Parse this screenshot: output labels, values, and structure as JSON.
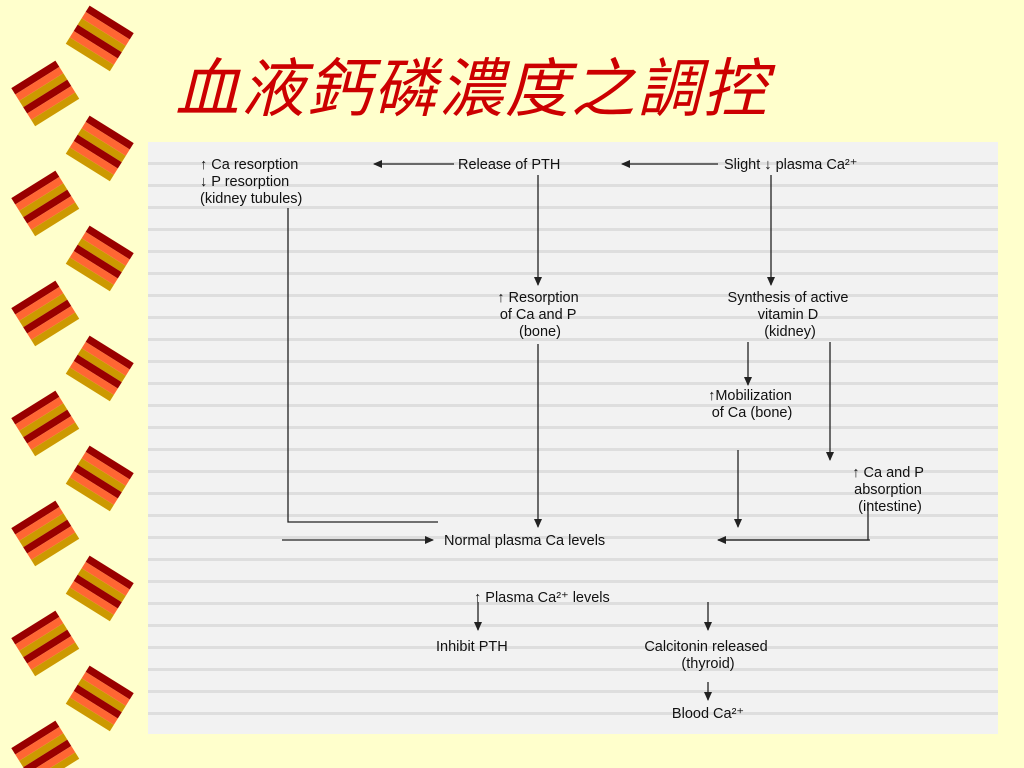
{
  "slide": {
    "title": "血液鈣磷濃度之調控"
  },
  "diagram": {
    "nodes": {
      "ca_p_resorption": [
        "↑ Ca resorption",
        "↓ P resorption",
        "(kidney tubules)"
      ],
      "release_pth": [
        "Release of PTH"
      ],
      "slight_plasma_ca": [
        "Slight ↓ plasma Ca²⁺"
      ],
      "resorption_bone": [
        "↑ Resorption",
        "of Ca and P",
        "(bone)"
      ],
      "synthesis_vitd": [
        "Synthesis of active",
        "vitamin D",
        "(kidney)"
      ],
      "mobilization": [
        "↑Mobilization",
        "of Ca (bone)"
      ],
      "absorption": [
        "↑ Ca and P",
        "absorption",
        "(intestine)"
      ],
      "normal_plasma": [
        "Normal plasma Ca levels"
      ],
      "plasma_ca_up": [
        "↑ Plasma Ca²⁺ levels"
      ],
      "inhibit_pth": [
        "Inhibit PTH"
      ],
      "calcitonin": [
        "Calcitonin released",
        "(thyroid)"
      ],
      "blood_ca": [
        "Blood Ca²⁺"
      ]
    }
  },
  "colors": {
    "title": "#cc0000",
    "slide_background": "#ffffcc",
    "figure_background": "#f2f2f2",
    "border_light": "#ff6633",
    "border_mid": "#cc9900",
    "border_dark": "#990000"
  }
}
